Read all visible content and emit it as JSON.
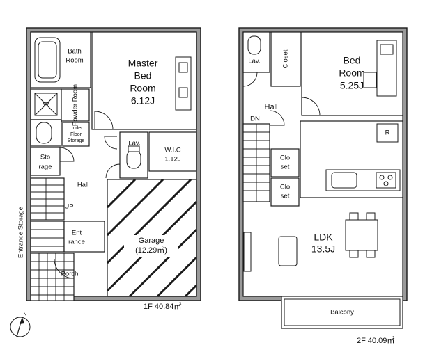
{
  "floor1": {
    "area_label": "1F 40.84㎡",
    "rooms": {
      "bath_room": [
        "Bath",
        "Room"
      ],
      "master_bed_room": [
        "Master",
        "Bed",
        "Room",
        "6.12J"
      ],
      "powder_room": "Powder Room",
      "washer": "W",
      "under_floor_storage": [
        "Under",
        "Floor",
        "Storage"
      ],
      "storage": [
        "Sto",
        "rage"
      ],
      "lavatory": "Lav.",
      "walk_in_closet": [
        "W.I.C",
        "1.12J"
      ],
      "hall": "Hall",
      "up": "UP",
      "garage": [
        "Garage",
        "(12.29㎡)"
      ],
      "entrance": [
        "Ent",
        "rance"
      ],
      "porch": "Porch",
      "entrance_storage": "Entrance Storage"
    }
  },
  "floor2": {
    "area_label": "2F 40.09㎡",
    "rooms": {
      "lavatory": "Lav.",
      "closet": "Closet",
      "bed_room": [
        "Bed",
        "Room",
        "5.25J"
      ],
      "hall": "Hall",
      "dn": "DN",
      "closet_upper": [
        "Clo",
        "set"
      ],
      "closet_lower": [
        "Clo",
        "set"
      ],
      "fridge": "R",
      "ldk": [
        "LDK",
        "13.5J"
      ],
      "balcony": "Balcony"
    }
  },
  "compass": {
    "north": "N"
  }
}
